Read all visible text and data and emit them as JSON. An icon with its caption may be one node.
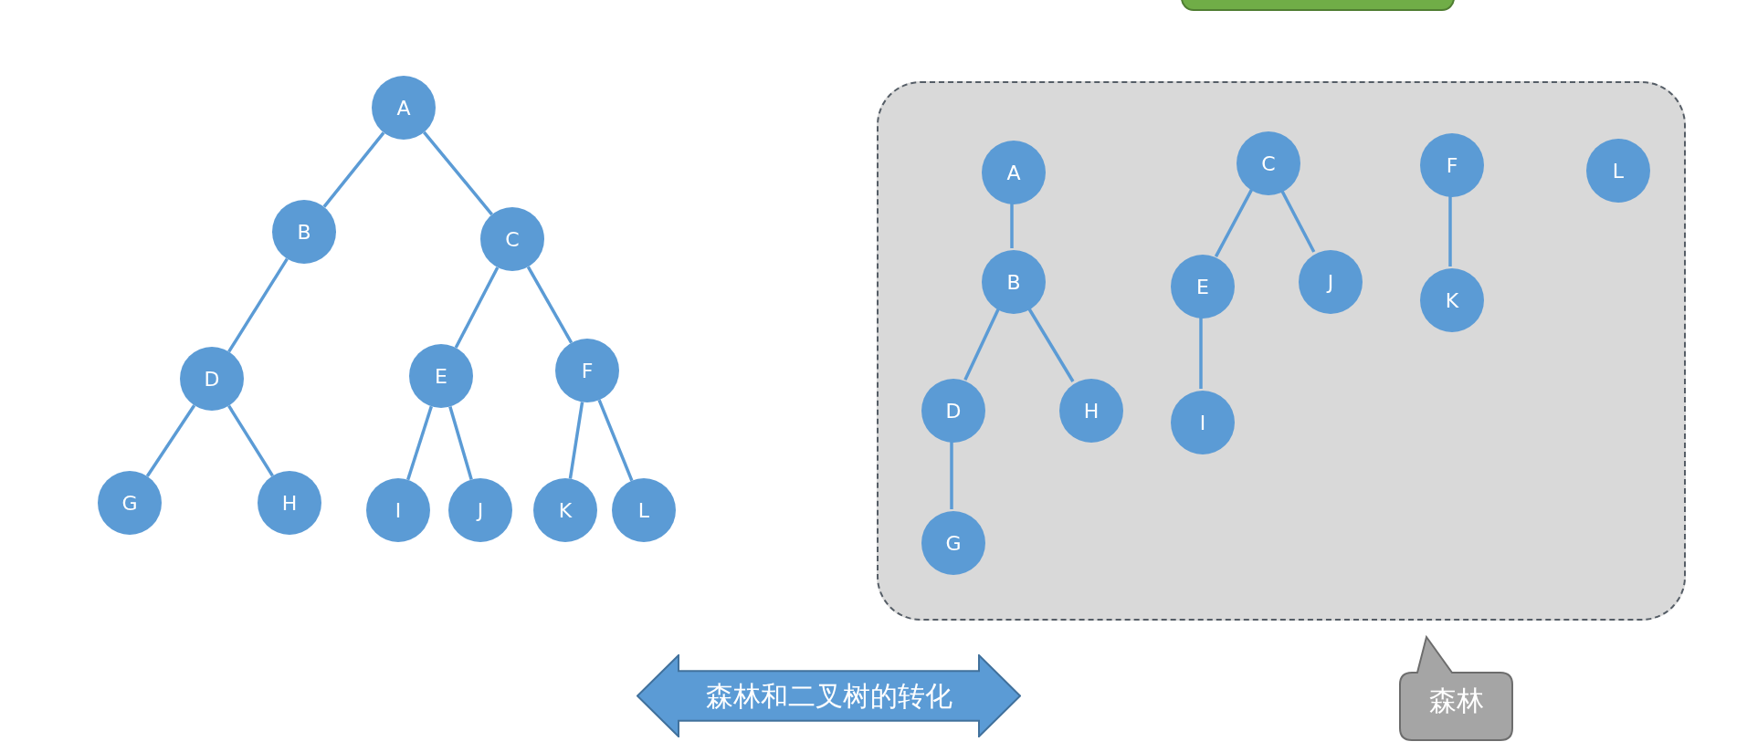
{
  "diagram": {
    "nodes": [
      {
        "text": [],
        "shape": "box"
      },
      {
        "text": [
          "A"
        ]
      },
      {
        "text": [
          "B"
        ]
      },
      {
        "text": [
          "C"
        ]
      },
      {
        "text": [
          "D"
        ]
      },
      {
        "text": [
          "E"
        ]
      },
      {
        "text": [
          "F"
        ]
      },
      {
        "text": [
          "G"
        ]
      },
      {
        "text": [
          "H"
        ]
      },
      {
        "text": [
          "I"
        ]
      },
      {
        "text": [
          "J"
        ]
      },
      {
        "text": [
          "K"
        ]
      },
      {
        "text": [
          "L"
        ]
      },
      {
        "text": [],
        "shape": "box"
      },
      {
        "text": [
          "A"
        ],
        "in": 13
      },
      {
        "text": [
          "B"
        ],
        "in": 13
      },
      {
        "text": [
          "D"
        ],
        "in": 13
      },
      {
        "text": [
          "H"
        ],
        "in": 13
      },
      {
        "text": [
          "G"
        ],
        "in": 13
      },
      {
        "text": [
          "C"
        ],
        "in": 13
      },
      {
        "text": [
          "E"
        ],
        "in": 13
      },
      {
        "text": [
          "J"
        ],
        "in": 13
      },
      {
        "text": [
          "I"
        ],
        "in": 13
      },
      {
        "text": [
          "F"
        ],
        "in": 13
      },
      {
        "text": [
          "K"
        ],
        "in": 13
      },
      {
        "text": [
          "L"
        ],
        "in": 13
      },
      {
        "text": [
          "森林和二叉树的转化"
        ]
      },
      {
        "text": [
          "森林"
        ]
      }
    ],
    "edges": [
      {
        "from": 1,
        "to": 2,
        "arrow": "none"
      },
      {
        "from": 1,
        "to": 3,
        "arrow": "none"
      },
      {
        "from": 2,
        "to": 4,
        "arrow": "none"
      },
      {
        "from": 3,
        "to": 5,
        "arrow": "none"
      },
      {
        "from": 3,
        "to": 6,
        "arrow": "none"
      },
      {
        "from": 4,
        "to": 7,
        "arrow": "none"
      },
      {
        "from": 4,
        "to": 8,
        "arrow": "none"
      },
      {
        "from": 5,
        "to": 9,
        "arrow": "none"
      },
      {
        "from": 5,
        "to": 10,
        "arrow": "none"
      },
      {
        "from": 6,
        "to": 11,
        "arrow": "none"
      },
      {
        "from": 6,
        "to": 12,
        "arrow": "none"
      },
      {
        "from": 14,
        "to": 15,
        "arrow": "none"
      },
      {
        "from": 15,
        "to": 16,
        "arrow": "none"
      },
      {
        "from": 15,
        "to": 17,
        "arrow": "none"
      },
      {
        "from": 16,
        "to": 18,
        "arrow": "none"
      },
      {
        "from": 19,
        "to": 20,
        "arrow": "none"
      },
      {
        "from": 19,
        "to": 21,
        "arrow": "none"
      },
      {
        "from": 20,
        "to": 22,
        "arrow": "none"
      },
      {
        "from": 23,
        "to": 24,
        "arrow": "none"
      }
    ]
  }
}
